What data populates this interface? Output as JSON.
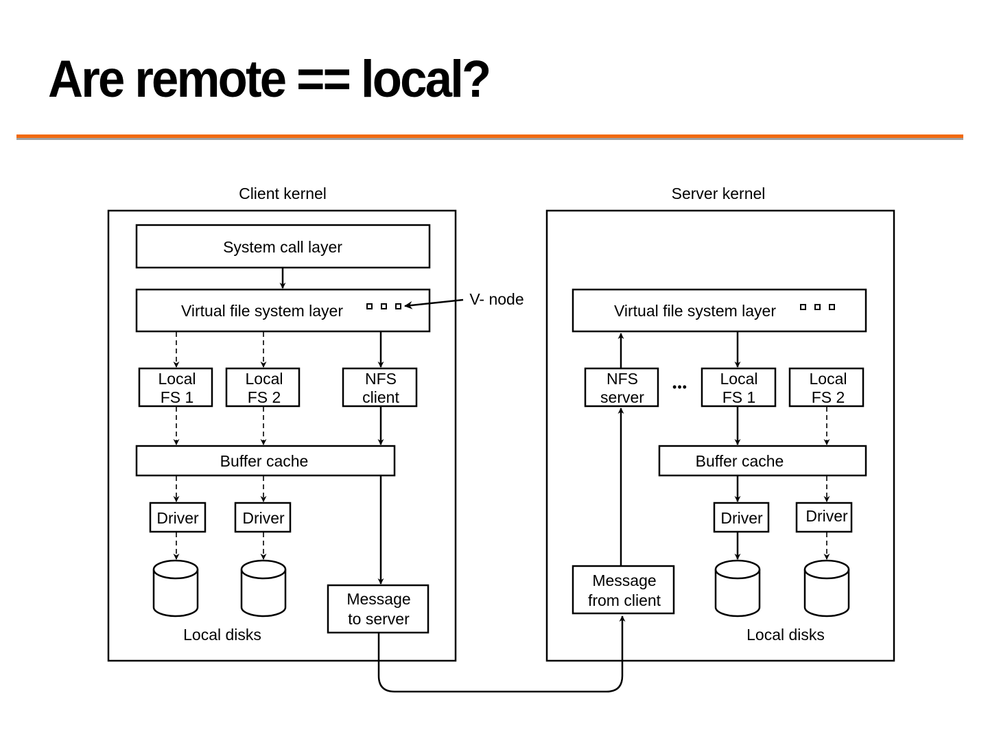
{
  "slide": {
    "title": "Are remote == local?",
    "accent_color": "#f26a10",
    "accent_shadow_color": "#a0a0a0"
  },
  "client": {
    "label": "Client kernel",
    "system_call_layer": "System call layer",
    "vfs_layer": "Virtual file system layer",
    "vnode_label": "V- node",
    "local_fs1": [
      "Local",
      "FS 1"
    ],
    "local_fs2": [
      "Local",
      "FS 2"
    ],
    "nfs_client": [
      "NFS",
      "client"
    ],
    "buffer_cache": "Buffer cache",
    "driver1": "Driver",
    "driver2": "Driver",
    "message": [
      "Message",
      "to server"
    ],
    "disks_label": "Local disks"
  },
  "server": {
    "label": "Server kernel",
    "vfs_layer": "Virtual file system layer",
    "nfs_server": [
      "NFS",
      "server"
    ],
    "ellipsis": "•••",
    "local_fs1": [
      "Local",
      "FS 1"
    ],
    "local_fs2": [
      "Local",
      "FS 2"
    ],
    "buffer_cache": "Buffer cache",
    "driver1": "Driver",
    "driver2": "Driver",
    "message": [
      "Message",
      "from client"
    ],
    "disks_label": "Local disks"
  }
}
